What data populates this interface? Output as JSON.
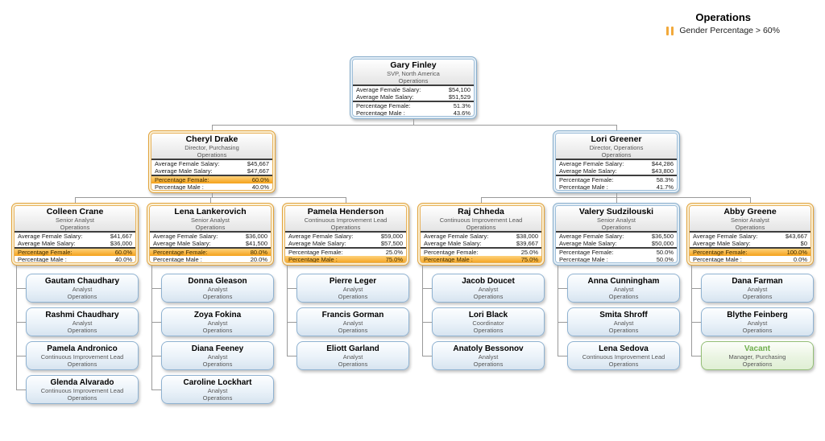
{
  "legend": {
    "title": "Operations",
    "note": "Gender Percentage > 60%",
    "highlight_color": "#F2A93B"
  },
  "stat_labels": {
    "avg_female": "Average Female Salary:",
    "avg_male": "Average Male Salary:",
    "pct_female": "Percentage Female:",
    "pct_male": "Percentage Male :"
  },
  "colors": {
    "highlight_row": "#F6A81C",
    "orange_border": "#E2A33C",
    "blue_border": "#88AECC",
    "vacant_green": "#6FAE4E",
    "connector": "#9A9A9A"
  },
  "org": {
    "nodes": [
      {
        "id": "gary",
        "name": "Gary Finley",
        "title": "SVP, North America",
        "dept": "Operations",
        "avg_female_salary": "$54,100",
        "avg_male_salary": "$51,529",
        "pct_female": "51.3%",
        "pct_male": "43.6%",
        "style": "blue",
        "highlight": null
      },
      {
        "id": "cheryl",
        "name": "Cheryl Drake",
        "title": "Director, Purchasing",
        "dept": "Operations",
        "avg_female_salary": "$45,667",
        "avg_male_salary": "$47,667",
        "pct_female": "60.0%",
        "pct_male": "40.0%",
        "style": "orange",
        "highlight": "female"
      },
      {
        "id": "lori",
        "name": "Lori Greener",
        "title": "Director, Operations",
        "dept": "Operations",
        "avg_female_salary": "$44,286",
        "avg_male_salary": "$43,800",
        "pct_female": "58.3%",
        "pct_male": "41.7%",
        "style": "blue",
        "highlight": null
      },
      {
        "id": "colleen",
        "name": "Colleen Crane",
        "title": "Senior Analyst",
        "dept": "Operations",
        "avg_female_salary": "$41,667",
        "avg_male_salary": "$36,000",
        "pct_female": "60.0%",
        "pct_male": "40.0%",
        "style": "orange",
        "highlight": "female"
      },
      {
        "id": "lena",
        "name": "Lena Lankerovich",
        "title": "Senior Analyst",
        "dept": "Operations",
        "avg_female_salary": "$36,000",
        "avg_male_salary": "$41,500",
        "pct_female": "80.0%",
        "pct_male": "20.0%",
        "style": "orange",
        "highlight": "female"
      },
      {
        "id": "pamela",
        "name": "Pamela Henderson",
        "title": "Continuous Improvement Lead",
        "dept": "Operations",
        "avg_female_salary": "$59,000",
        "avg_male_salary": "$57,500",
        "pct_female": "25.0%",
        "pct_male": "75.0%",
        "style": "orange",
        "highlight": "male"
      },
      {
        "id": "raj",
        "name": "Raj Chheda",
        "title": "Continuous Improvement Lead",
        "dept": "Operations",
        "avg_female_salary": "$38,000",
        "avg_male_salary": "$39,667",
        "pct_female": "25.0%",
        "pct_male": "75.0%",
        "style": "orange",
        "highlight": "male"
      },
      {
        "id": "valery",
        "name": "Valery Sudzilouski",
        "title": "Senior Analyst",
        "dept": "Operations",
        "avg_female_salary": "$36,500",
        "avg_male_salary": "$50,000",
        "pct_female": "50.0%",
        "pct_male": "50.0%",
        "style": "blue",
        "highlight": null
      },
      {
        "id": "abby",
        "name": "Abby Greene",
        "title": "Senior Analyst",
        "dept": "Operations",
        "avg_female_salary": "$43,667",
        "avg_male_salary": "$0",
        "pct_female": "100.0%",
        "pct_male": "0.0%",
        "style": "orange",
        "highlight": "female"
      }
    ],
    "tree": {
      "gary": [
        "cheryl",
        "lori"
      ],
      "cheryl": [
        "colleen",
        "lena",
        "pamela"
      ],
      "lori": [
        "raj",
        "valery",
        "abby"
      ]
    },
    "leaf_columns": [
      {
        "parent": "colleen",
        "leaves": [
          {
            "name": "Gautam Chaudhary",
            "title": "Analyst",
            "dept": "Operations",
            "style": "normal"
          },
          {
            "name": "Rashmi Chaudhary",
            "title": "Analyst",
            "dept": "Operations",
            "style": "normal"
          },
          {
            "name": "Pamela Andronico",
            "title": "Continuous Improvement Lead",
            "dept": "Operations",
            "style": "normal"
          },
          {
            "name": "Glenda Alvarado",
            "title": "Continuous Improvement Lead",
            "dept": "Operations",
            "style": "normal"
          }
        ]
      },
      {
        "parent": "lena",
        "leaves": [
          {
            "name": "Donna Gleason",
            "title": "Analyst",
            "dept": "Operations",
            "style": "normal"
          },
          {
            "name": "Zoya Fokina",
            "title": "Analyst",
            "dept": "Operations",
            "style": "normal"
          },
          {
            "name": "Diana Feeney",
            "title": "Analyst",
            "dept": "Operations",
            "style": "normal"
          },
          {
            "name": "Caroline Lockhart",
            "title": "Analyst",
            "dept": "Operations",
            "style": "normal"
          }
        ]
      },
      {
        "parent": "pamela",
        "leaves": [
          {
            "name": "Pierre Leger",
            "title": "Analyst",
            "dept": "Operations",
            "style": "normal"
          },
          {
            "name": "Francis Gorman",
            "title": "Analyst",
            "dept": "Operations",
            "style": "normal"
          },
          {
            "name": "Eliott Garland",
            "title": "Analyst",
            "dept": "Operations",
            "style": "normal"
          }
        ]
      },
      {
        "parent": "raj",
        "leaves": [
          {
            "name": "Jacob Doucet",
            "title": "Analyst",
            "dept": "Operations",
            "style": "normal"
          },
          {
            "name": "Lori Black",
            "title": "Coordinator",
            "dept": "Operations",
            "style": "normal"
          },
          {
            "name": "Anatoly Bessonov",
            "title": "Analyst",
            "dept": "Operations",
            "style": "normal"
          }
        ]
      },
      {
        "parent": "valery",
        "leaves": [
          {
            "name": "Anna Cunningham",
            "title": "Analyst",
            "dept": "Operations",
            "style": "normal"
          },
          {
            "name": "Smita Shroff",
            "title": "Analyst",
            "dept": "Operations",
            "style": "normal"
          },
          {
            "name": "Lena Sedova",
            "title": "Continuous Improvement Lead",
            "dept": "Operations",
            "style": "normal"
          }
        ]
      },
      {
        "parent": "abby",
        "leaves": [
          {
            "name": "Dana Farman",
            "title": "Analyst",
            "dept": "Operations",
            "style": "normal"
          },
          {
            "name": "Blythe Feinberg",
            "title": "Analyst",
            "dept": "Operations",
            "style": "normal"
          },
          {
            "name": "Vacant",
            "title": "Manager, Purchasing",
            "dept": "Operations",
            "style": "vacant"
          }
        ]
      }
    ]
  }
}
